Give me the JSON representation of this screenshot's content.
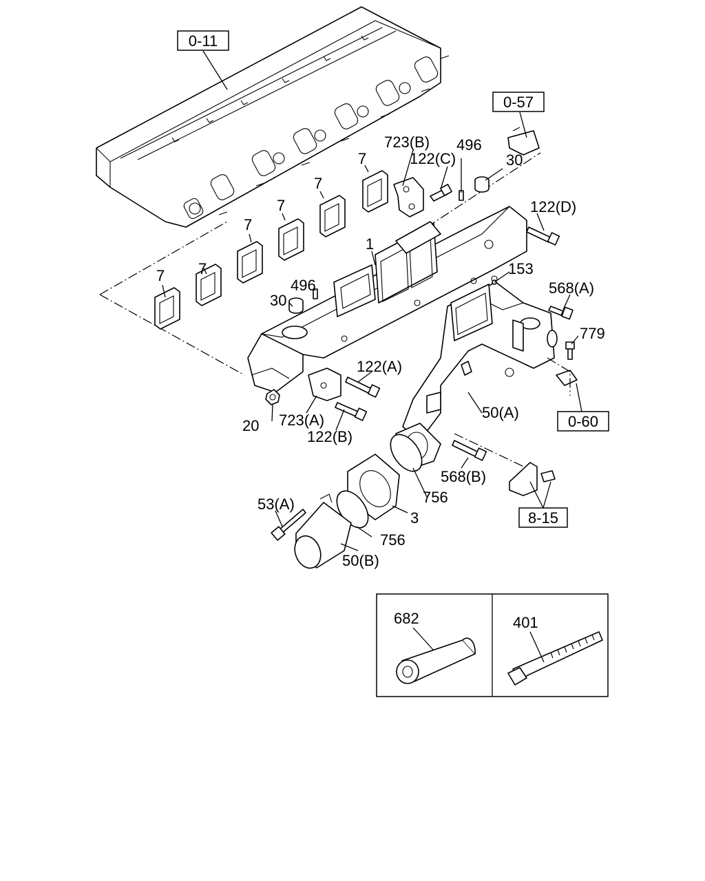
{
  "refs": {
    "r011": "0-11",
    "r057": "0-57",
    "r060": "0-60",
    "r815": "8-15"
  },
  "labels": {
    "l7a": "7",
    "l7b": "7",
    "l7c": "7",
    "l7d": "7",
    "l7e": "7",
    "l7f": "7",
    "l1": "1",
    "l723b": "723(B)",
    "l496a": "496",
    "l122c": "122(C)",
    "l30a": "30",
    "l122d": "122(D)",
    "l153": "153",
    "l568a": "568(A)",
    "l779": "779",
    "l496b": "496",
    "l30b": "30",
    "l122a": "122(A)",
    "l20": "20",
    "l723a": "723(A)",
    "l122b": "122(B)",
    "l50a": "50(A)",
    "l568b": "568(B)",
    "l756a": "756",
    "l3": "3",
    "l53a": "53(A)",
    "l756b": "756",
    "l50b": "50(B)",
    "l682": "682",
    "l401": "401"
  }
}
